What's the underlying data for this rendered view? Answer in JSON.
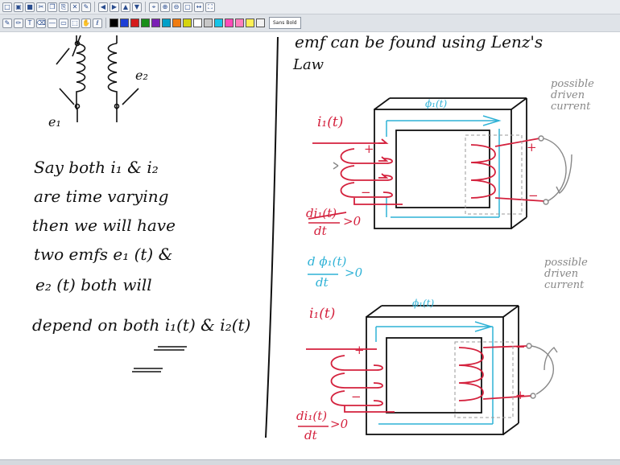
{
  "toolbar1_icons": [
    "new-page-icon",
    "open-icon",
    "save-icon",
    "cut-icon",
    "copy-icon",
    "paste-icon",
    "delete-icon",
    "pen-icon",
    "back-icon",
    "forward-icon",
    "up-icon",
    "down-icon",
    "zoom-fit-icon",
    "zoom-in-icon",
    "zoom-out-icon",
    "zoom-page-icon",
    "zoom-width-icon",
    "fullscreen-icon"
  ],
  "palette": [
    "#000000",
    "#1d3fd6",
    "#d41c1c",
    "#1a8f1a",
    "#7a1fb5",
    "#00a0c8",
    "#f07b10",
    "#d4d40f",
    "#ffffff"
  ],
  "palette2": [
    "#c7c7c7",
    "#16c4e8",
    "#ff49b7",
    "#ff7fbd",
    "#fff055",
    "#f2f2f2"
  ],
  "font_label": "Sans Bold",
  "left_lines": [
    "Say both i₁ & i₂",
    "are time varying",
    "then we will have",
    "two emfs e₁ (t) &",
    "e₂ (t)  both will",
    "depend on both i₁(t) & i₂(t)"
  ],
  "coil_e1": "e₁",
  "coil_e2": "e₂",
  "right_heading": "emf  can  be  found  using Lenz's",
  "right_heading_2": "Law",
  "diagram1": {
    "current": "i₁(t)",
    "flux": "ϕ₁(t)",
    "driven": [
      "possible",
      "driven",
      "current"
    ],
    "condition_num": "di₁(t)",
    "condition_den": "dt",
    "condition_rel": ">0",
    "plus1": "+",
    "minus1": "−",
    "plus2": "+",
    "minus2": "−"
  },
  "flux_condition_num": "d ϕ₁(t)",
  "flux_condition_den": "dt",
  "flux_condition_rel": ">0",
  "diagram2": {
    "current": "i₁(t)",
    "flux": "ϕ₁(t)",
    "driven": [
      "possible",
      "driven",
      "current"
    ],
    "condition_num": "di₁(t)",
    "condition_den": "dt",
    "condition_rel": ">0",
    "plus1": "+",
    "minus1": "−",
    "minus2": "−",
    "plus2": "+"
  }
}
